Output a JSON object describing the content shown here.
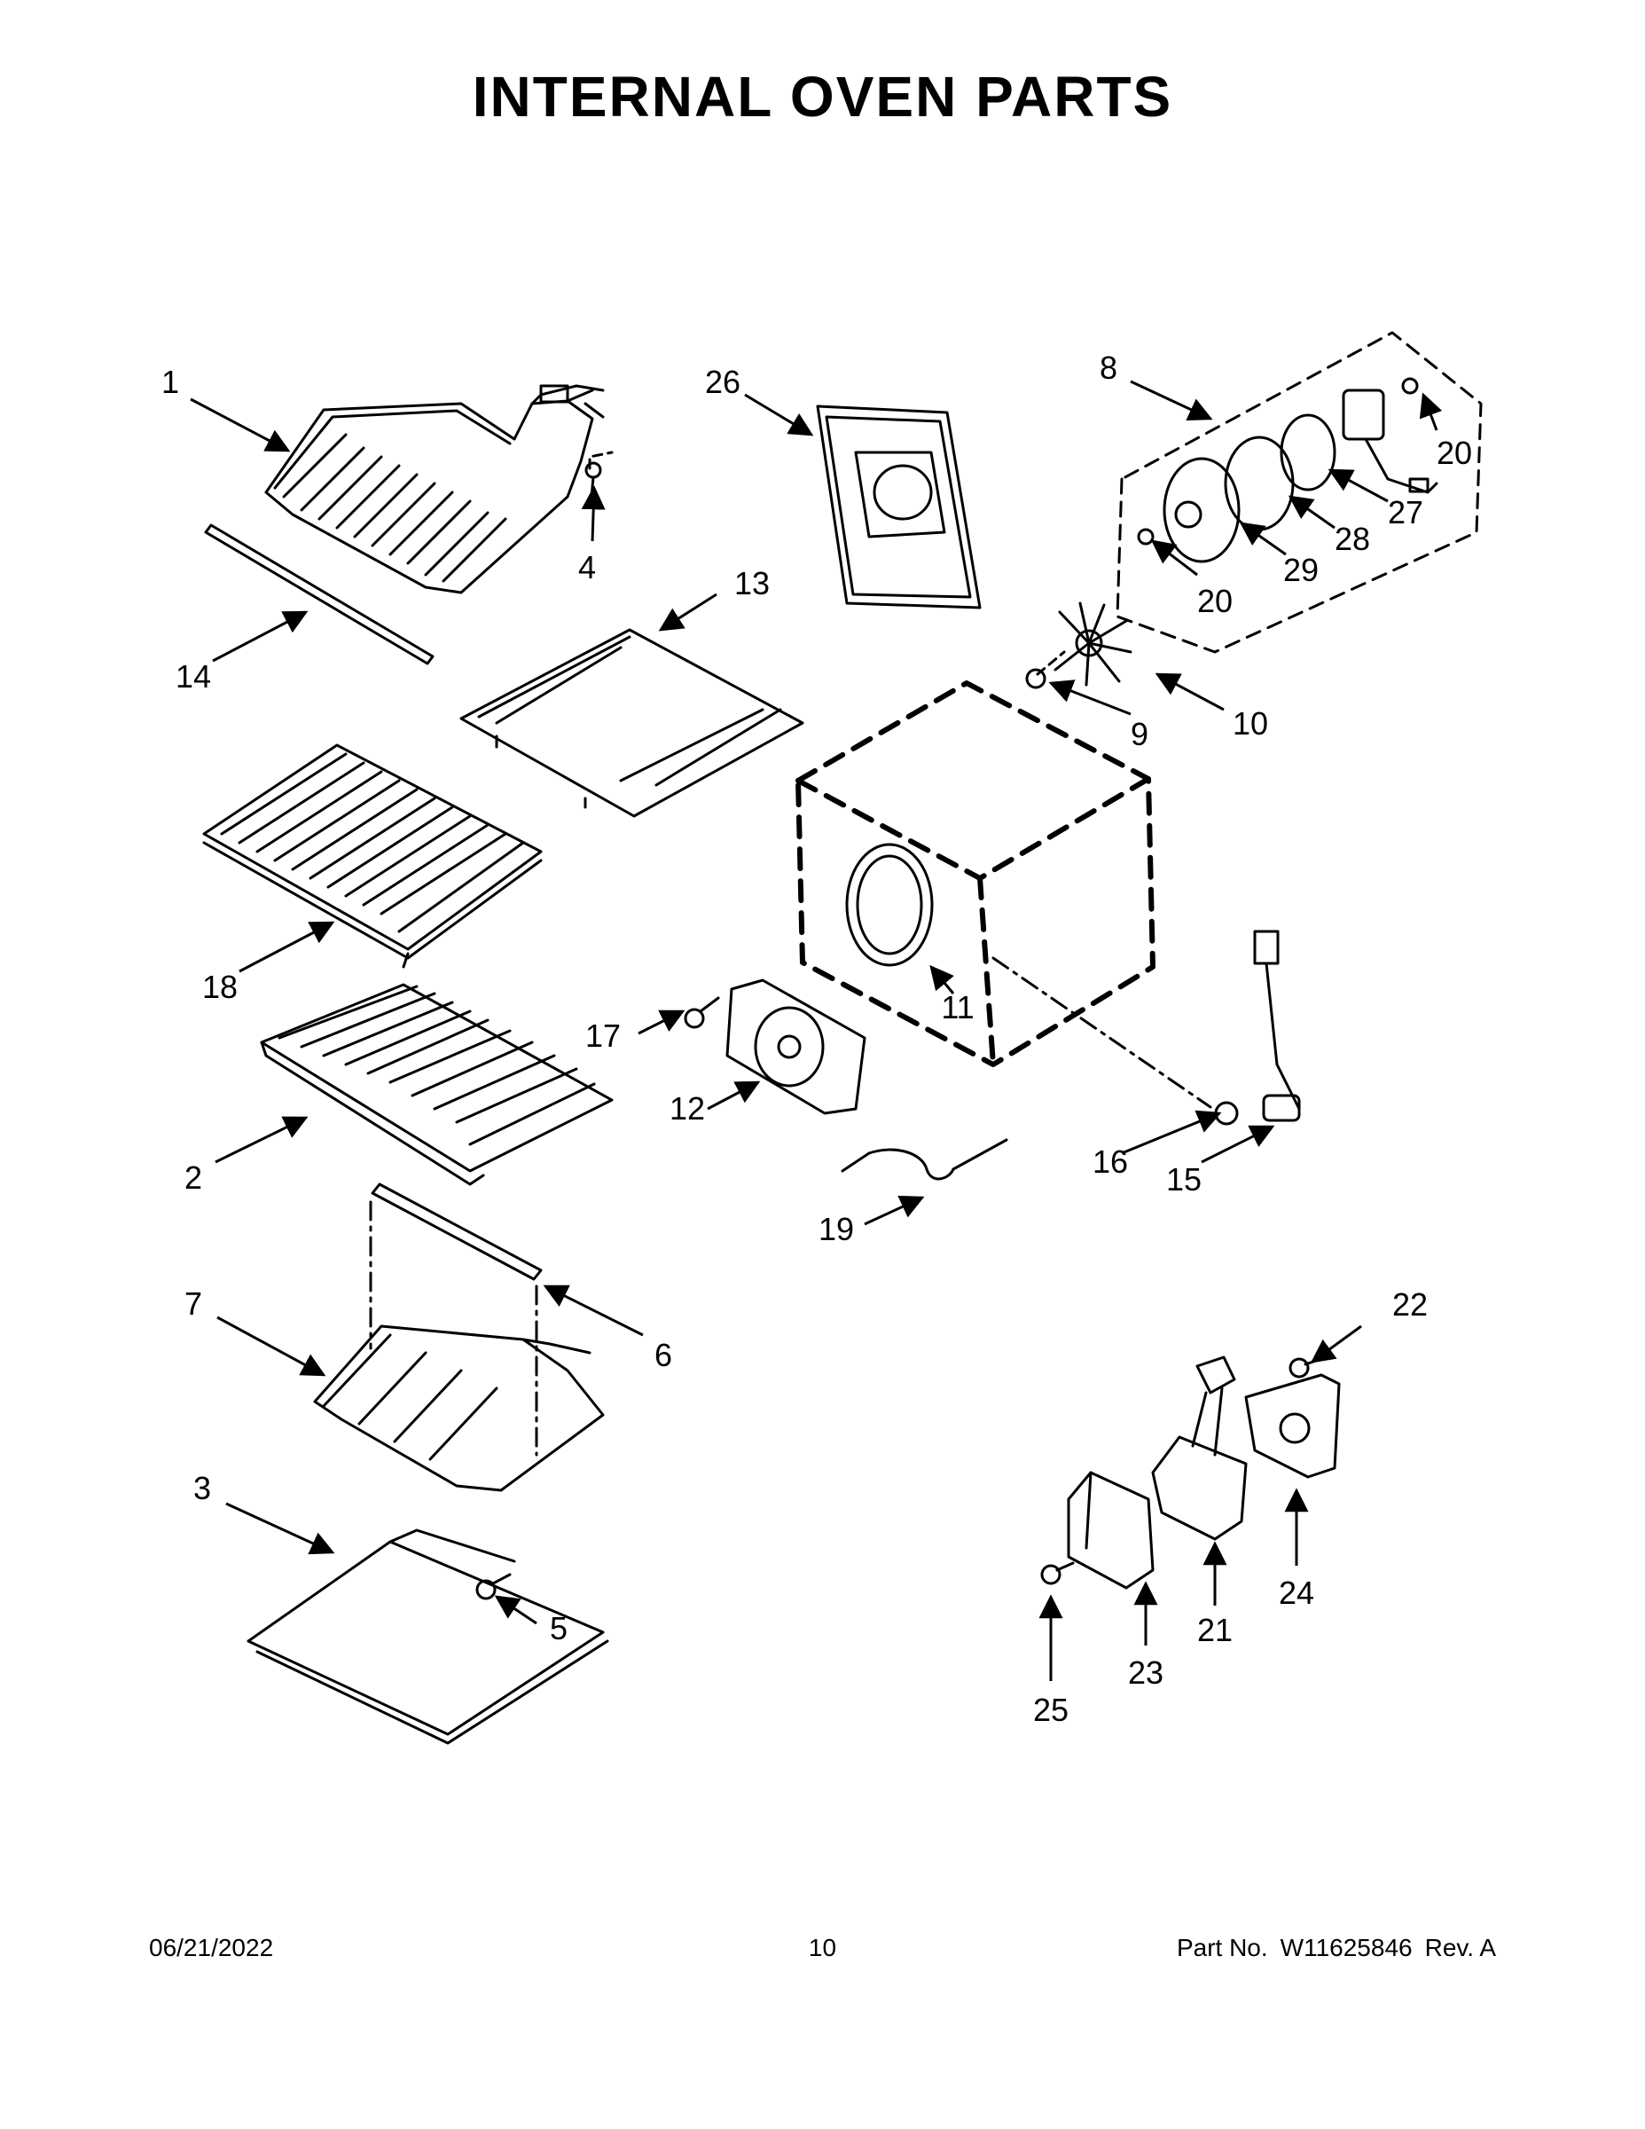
{
  "title": "INTERNAL OVEN PARTS",
  "callouts": [
    "1",
    "26",
    "8",
    "20",
    "4",
    "20",
    "27",
    "28",
    "29",
    "13",
    "14",
    "10",
    "9",
    "18",
    "11",
    "17",
    "12",
    "2",
    "16",
    "15",
    "19",
    "7",
    "6",
    "22",
    "3",
    "5",
    "24",
    "21",
    "23",
    "25"
  ],
  "footer": {
    "date": "06/21/2022",
    "page": "10",
    "part_label": "Part No.",
    "part_number": "W11625846",
    "revision": "Rev. A"
  }
}
